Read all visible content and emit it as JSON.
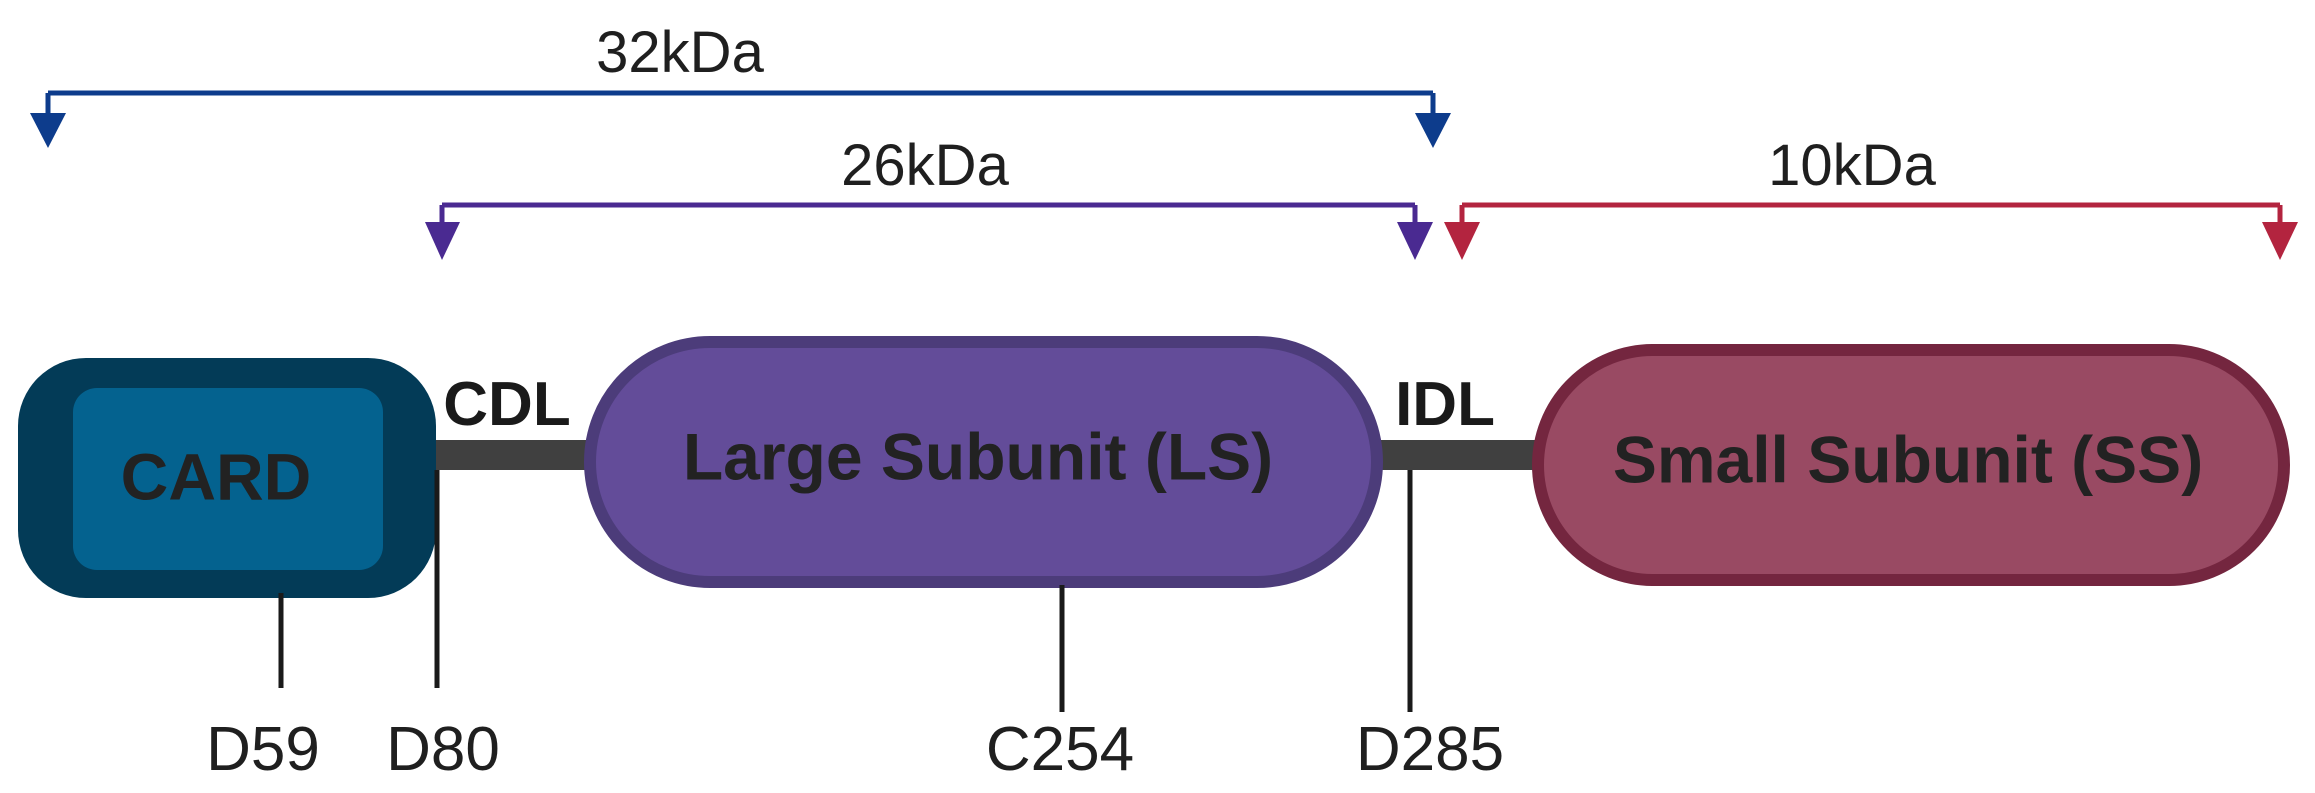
{
  "brackets": {
    "full": {
      "label": "32kDa",
      "color": "#0d3c8c"
    },
    "large": {
      "label": "26kDa",
      "color": "#4a2a91"
    },
    "small": {
      "label": "10kDa",
      "color": "#b3243f"
    }
  },
  "domains": {
    "card": {
      "label": "CARD",
      "fill": "#04628f",
      "stroke": "#033b57"
    },
    "large_subunit": {
      "label": "Large Subunit (LS)",
      "fill": "#634c99",
      "stroke": "#4c3c7a"
    },
    "small_subunit": {
      "label": "Small Subunit (SS)",
      "fill": "#994a63",
      "stroke": "#74263f"
    }
  },
  "linkers": {
    "cdl": {
      "label": "CDL"
    },
    "idl": {
      "label": "IDL"
    },
    "color": "#404040"
  },
  "sites": {
    "d59": "D59",
    "d80": "D80",
    "c254": "C254",
    "d285": "D285"
  }
}
